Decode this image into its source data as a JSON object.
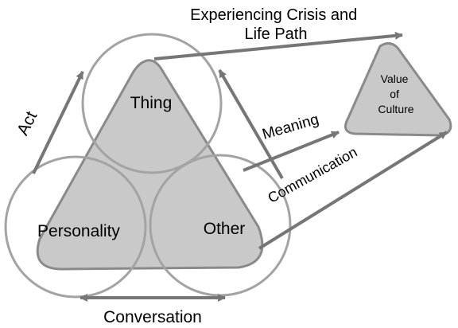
{
  "nodes": {
    "thing": "Thing",
    "personality": "Personality",
    "other": "Other",
    "value_of_culture": [
      "Value",
      "of",
      "Culture"
    ]
  },
  "edges": {
    "act": "Act",
    "experiencing": [
      "Experiencing Crisis and",
      "Life Path"
    ],
    "meaning": "Meaning",
    "communication": "Communication",
    "conversation": "Conversation"
  },
  "colors": {
    "shape_fill": "#c9c9c9",
    "shape_stroke": "#8a8a8a",
    "circle_stroke": "#a3a3a3",
    "arrow": "#767676",
    "text": "#000000"
  }
}
